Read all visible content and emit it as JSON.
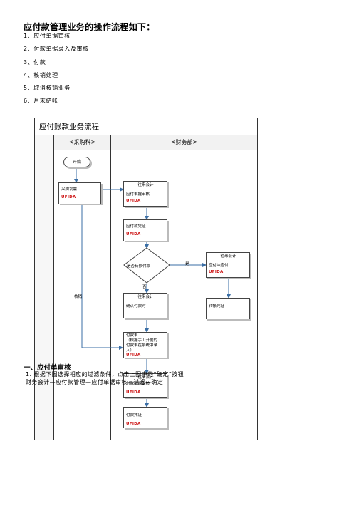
{
  "page": {
    "title": "应付款管理业务的操作流程如下：",
    "steps": [
      "1、应付单据审核",
      "2、付款单据录入及审核",
      "3、付款",
      "4、核销处理",
      "5、取消核销业务",
      "6、月末结帐"
    ],
    "section_heading": "一、应付单审核",
    "instruction_line1": "1. 根据下图选择相应的过滤条件，点击上图中的“确定”按钮",
    "instruction_line2": "财务会计—应付款管理—应付单据审核—过滤—确定"
  },
  "flowchart": {
    "title": "应付账款业务流程",
    "lanes": [
      "<采购科>",
      "<财务部>"
    ],
    "logo_text": "UFIDA",
    "start": "开始",
    "purchase_invoice": "采购发票",
    "ap_review_role": "往来会计",
    "ap_review_label": "应付单据审核",
    "ap_voucher": "应付款凭证",
    "decision": "是否有预付款",
    "yes_label": "是",
    "no_label": "否",
    "prepay_role": "往来会计",
    "prepay_label": "应付冲应付",
    "transfer_voucher": "转帐凭证",
    "confirm_role": "往来会计",
    "confirm_label": "确认付款时",
    "payment_slip_line1": "付款单",
    "payment_slip_line2": "（根据手工开据的",
    "payment_slip_line3": "付款单在系统中录",
    "payment_slip_line4": "入）",
    "review_role": "往来会计",
    "review_label": "付款单据审核",
    "payment_voucher": "付款凭证",
    "verify_label": "核销"
  }
}
